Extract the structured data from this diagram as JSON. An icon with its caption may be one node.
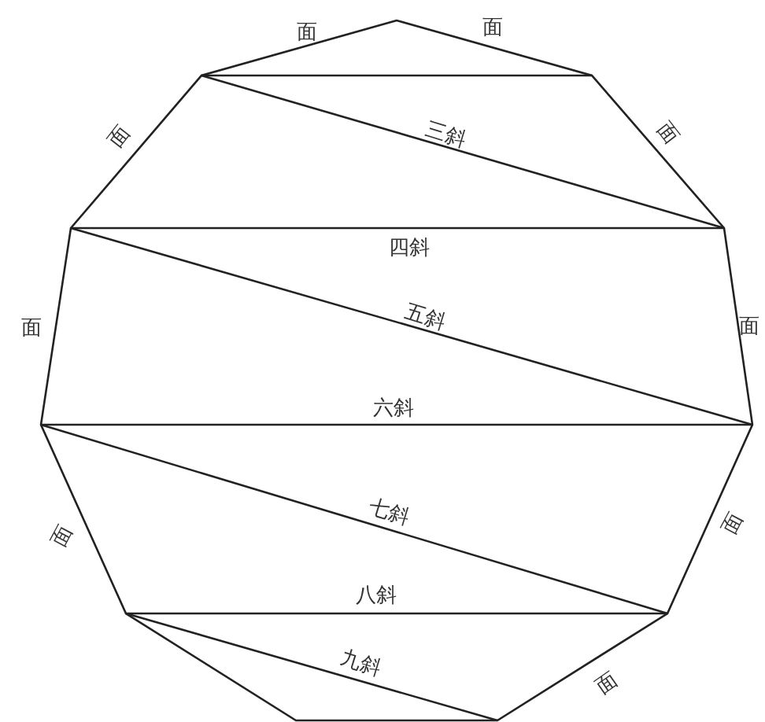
{
  "diagram": {
    "labels": [
      "面",
      "面",
      "面",
      "三斜",
      "面",
      "四斜",
      "五斜",
      "面",
      "面",
      "六斜",
      "七斜",
      "面",
      "面",
      "八斜",
      "九斜",
      "面"
    ]
  }
}
